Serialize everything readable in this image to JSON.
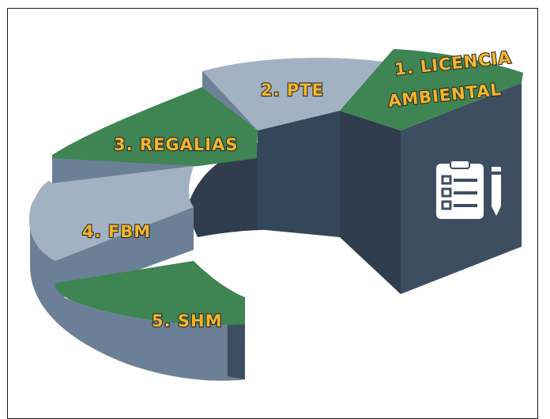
{
  "colors": {
    "green_top": "#3f8453",
    "gray_top": "#a3b2c3",
    "side_slate": "#6b8097",
    "side_dark": "#3d4e60",
    "inner_dark": "#2f3d4c",
    "label_yellow": "#f3b62b"
  },
  "segments": [
    {
      "label": "1. LICENCIA",
      "label2": "AMBIENTAL",
      "top_color": "green"
    },
    {
      "label": "2. PTE",
      "top_color": "gray"
    },
    {
      "label": "3. REGALIAS",
      "top_color": "green"
    },
    {
      "label": "4. FBM",
      "top_color": "gray"
    },
    {
      "label": "5. SHM",
      "top_color": "green"
    }
  ],
  "icon": "clipboard-checklist-pencil-icon"
}
